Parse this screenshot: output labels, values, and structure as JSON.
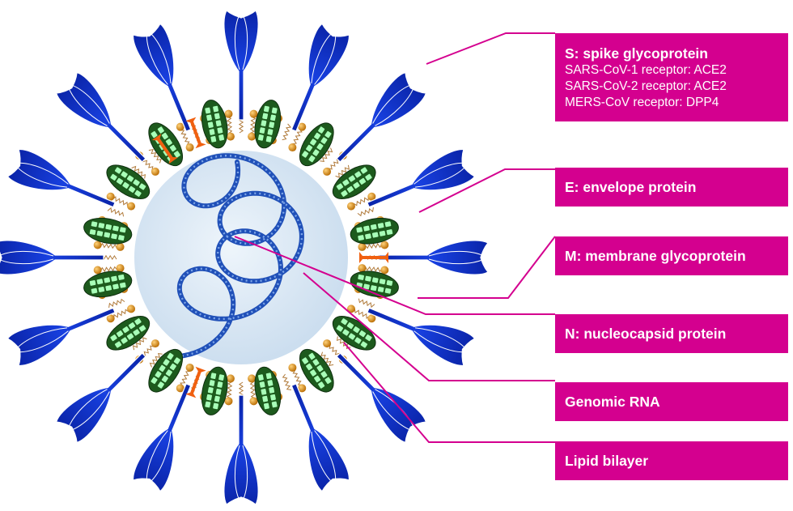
{
  "colors": {
    "accent": "#d4008f",
    "spike": "#1030c8",
    "membrane_protein": "#1d5a1d",
    "membrane_protein_dots": "#a8ffb8",
    "envelope_protein": "#f06010",
    "lipid_head": "#e08a00",
    "rna": "#2050b8",
    "core": "#d8e6f4"
  },
  "labels": [
    {
      "id": "spike",
      "title": "S: spike glycoprotein",
      "lines": [
        "SARS-CoV-1 receptor: ACE2",
        "SARS-CoV-2 receptor: ACE2",
        "MERS-CoV receptor: DPP4"
      ]
    },
    {
      "id": "envelope",
      "title": "E: envelope protein",
      "lines": []
    },
    {
      "id": "membrane",
      "title": "M: membrane glycoprotein",
      "lines": []
    },
    {
      "id": "nucleocapsid",
      "title": "N: nucleocapsid protein",
      "lines": []
    },
    {
      "id": "rna",
      "title": "Genomic RNA",
      "lines": []
    },
    {
      "id": "lipid",
      "title": "Lipid bilayer",
      "lines": []
    }
  ]
}
